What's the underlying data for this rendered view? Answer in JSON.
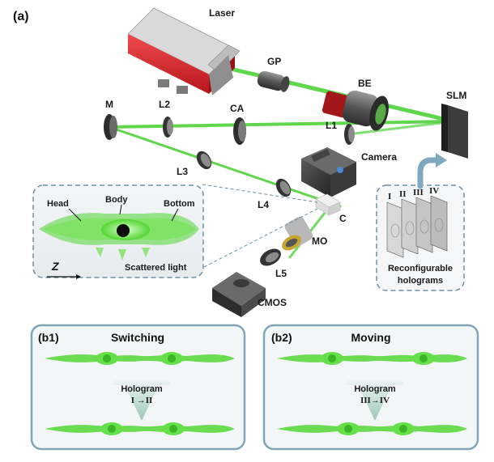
{
  "labels": {
    "panel_a": "(a)",
    "laser": "Laser",
    "gp": "GP",
    "be": "BE",
    "slm": "SLM",
    "m": "M",
    "l2": "L2",
    "ca": "CA",
    "l1": "L1",
    "camera": "Camera",
    "l3": "L3",
    "l4": "L4",
    "c": "C",
    "mo": "MO",
    "l5": "L5",
    "cmos": "CMOS"
  },
  "inset": {
    "head": "Head",
    "body": "Body",
    "bottom": "Bottom",
    "z": "Z",
    "scattered": "Scattered light"
  },
  "holograms": {
    "roman": [
      "I",
      "II",
      "III",
      "IV"
    ],
    "caption_line1": "Reconfigurable",
    "caption_line2": "holograms"
  },
  "panel_b1": {
    "id": "(b1)",
    "title": "Switching",
    "hologram_label": "Hologram",
    "transition": "I →II"
  },
  "panel_b2": {
    "id": "(b2)",
    "title": "Moving",
    "hologram_label": "Hologram",
    "transition": "III→IV"
  },
  "colors": {
    "beam": "#4fd23a",
    "laser_red": "#e3262b",
    "panel_border": "#7fa7b8",
    "dashed": "#6e8fa0",
    "arrow_blue": "#7fa9bf"
  }
}
